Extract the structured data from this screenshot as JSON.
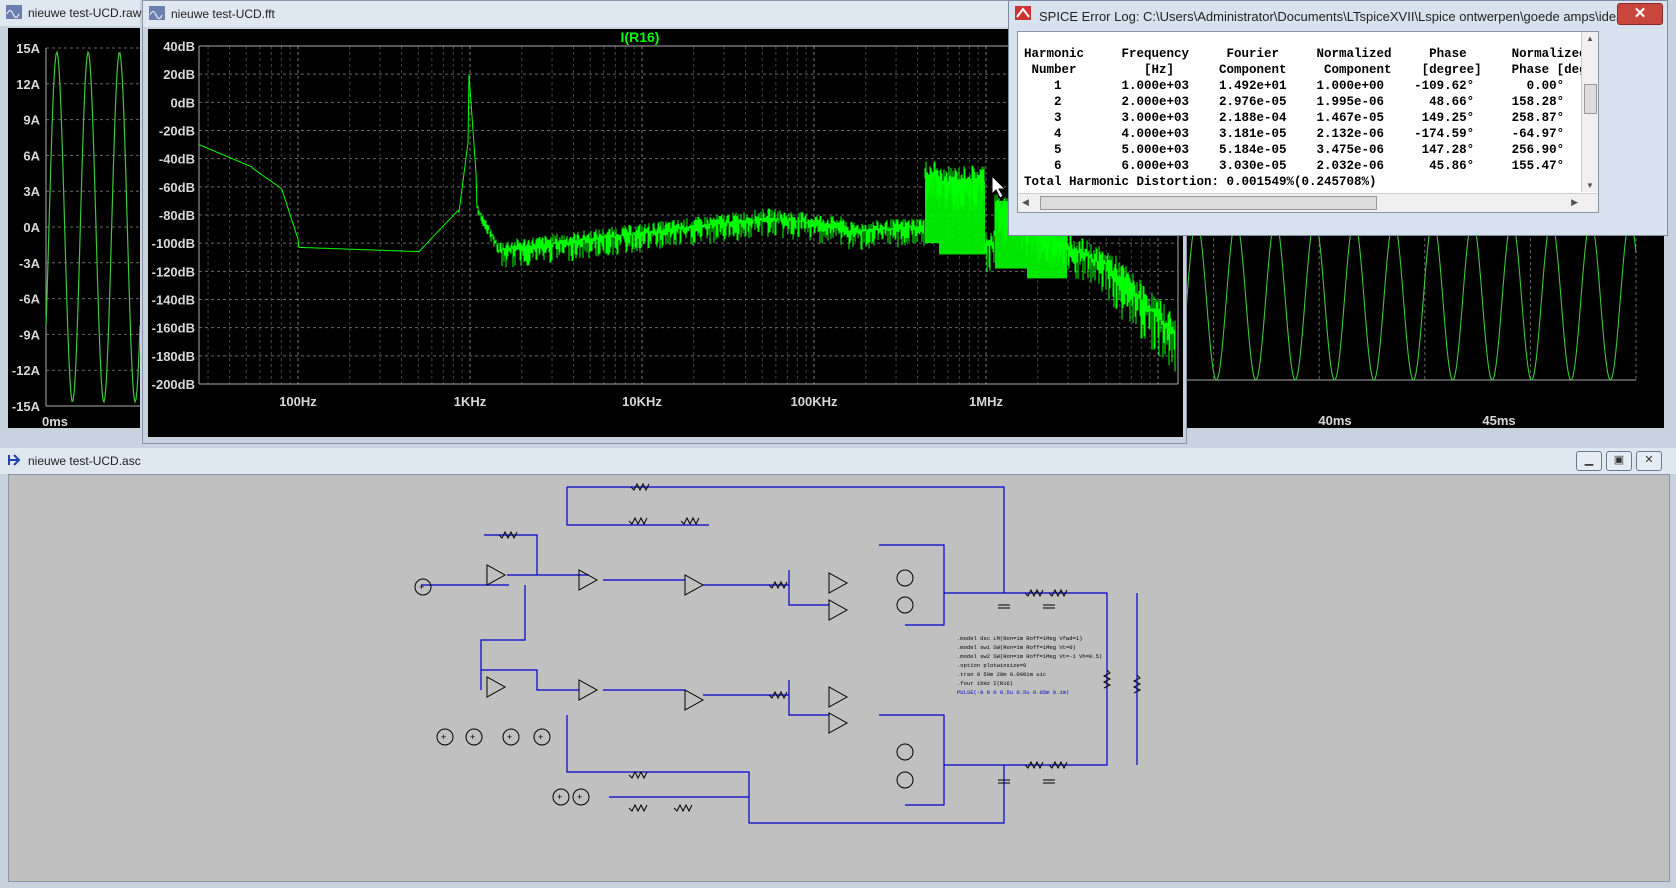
{
  "windows": {
    "raw": {
      "title": "nieuwe test-UCD.raw",
      "y_ticks": [
        "15A",
        "12A",
        "9A",
        "6A",
        "3A",
        "0A",
        "-3A",
        "-6A",
        "-9A",
        "-12A",
        "-15A"
      ],
      "x_ticks_left": [
        "0ms"
      ],
      "x_ticks_right": [
        "40ms",
        "45ms"
      ]
    },
    "fft": {
      "title": "nieuwe test-UCD.fft",
      "trace_label": "I(R16)",
      "y_ticks": [
        "40dB",
        "20dB",
        "0dB",
        "-20dB",
        "-40dB",
        "-60dB",
        "-80dB",
        "-100dB",
        "-120dB",
        "-140dB",
        "-160dB",
        "-180dB",
        "-200dB"
      ],
      "x_ticks": [
        "100Hz",
        "1KHz",
        "10KHz",
        "100KHz",
        "1MHz"
      ],
      "trace_color": "#00ff00"
    },
    "errlog": {
      "title": "SPICE Error Log: C:\\Users\\Administrator\\Documents\\LTspiceXVII\\Lspice ontwerpen\\goede amps\\ideal mo...",
      "header1": "Harmonic     Frequency     Fourier     Normalized     Phase      Normalized",
      "header2": " Number         [Hz]      Component     Component    [degree]    Phase [deg]",
      "rows": [
        "    1        1.000e+03    1.492e+01    1.000e+00    -109.62°       0.00°",
        "    2        2.000e+03    2.976e-05    1.995e-06      48.66°     158.28°",
        "    3        3.000e+03    2.188e-04    1.467e-05     149.25°     258.87°",
        "    4        4.000e+03    3.181e-05    2.132e-06    -174.59°     -64.97°",
        "    5        5.000e+03    5.184e-05    3.475e-06     147.28°     256.90°",
        "    6        6.000e+03    3.030e-05    2.032e-06      45.86°     155.47°"
      ],
      "thd": "Total Harmonic Distortion: 0.001549%(0.245708%)"
    },
    "schematic": {
      "title": "nieuwe test-UCD.asc",
      "wire_color": "#0000cc",
      "bg_color": "#c0c0c0"
    }
  }
}
